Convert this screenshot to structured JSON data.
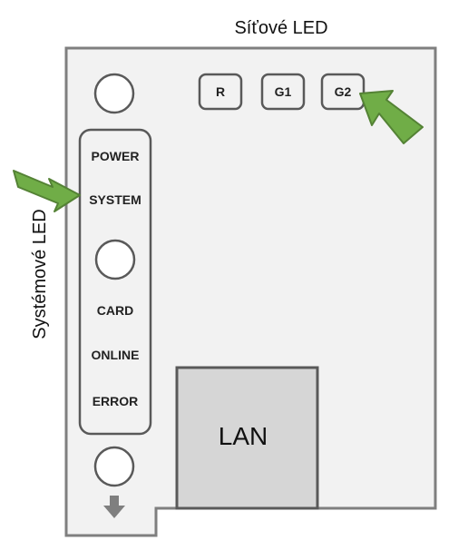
{
  "network_led_title": "Síťové LED",
  "system_led_title": "Systémové LED",
  "network_leds": [
    "R",
    "G1",
    "G2"
  ],
  "system_leds": {
    "power": "POWER",
    "system": "SYSTEM",
    "card": "CARD",
    "online": "ONLINE",
    "error": "ERROR"
  },
  "port_label": "LAN",
  "colors": {
    "board_fill": "#f2f2f2",
    "board_stroke": "#7f7f7f",
    "port_fill": "#d6d6d6",
    "arrow_fill": "#70ad47",
    "arrow_stroke": "#548235",
    "down_arrow": "#7f7f7f"
  }
}
